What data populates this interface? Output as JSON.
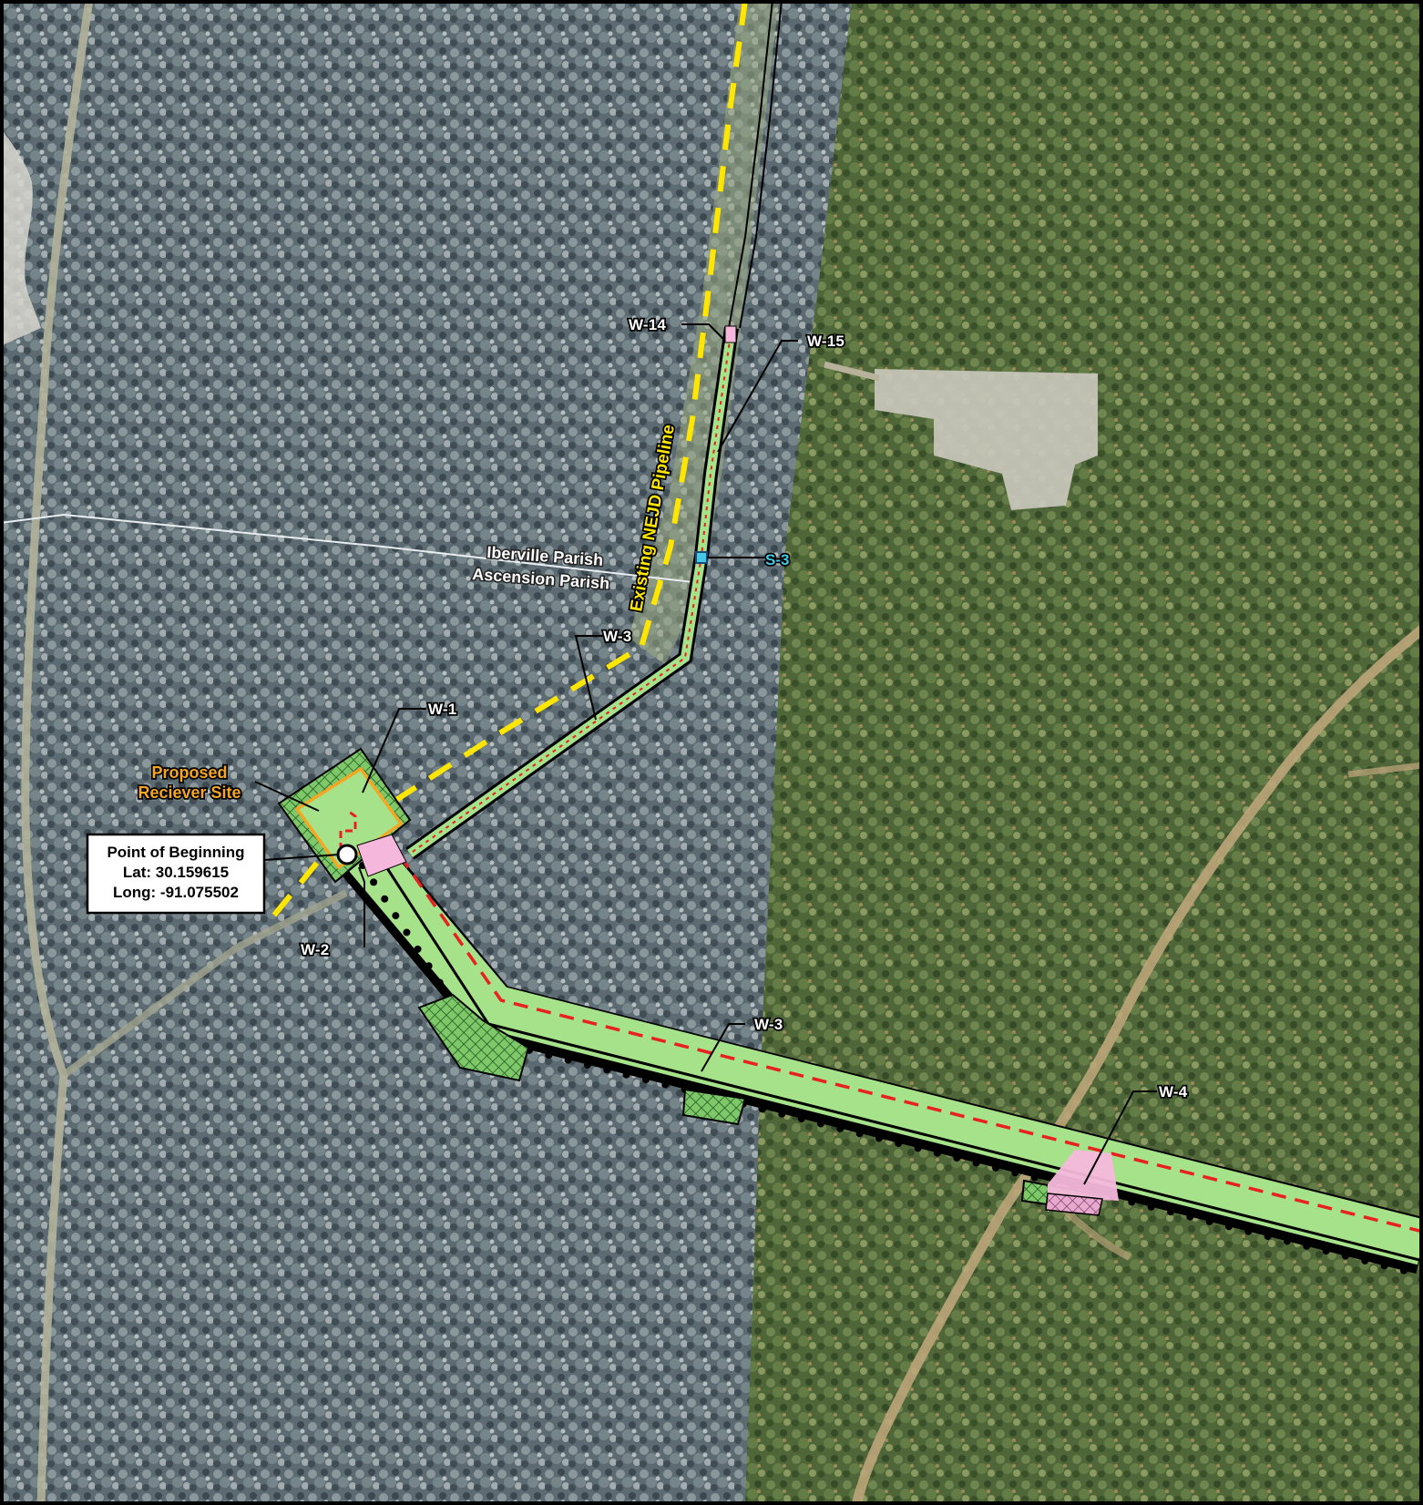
{
  "map": {
    "colors": {
      "aerial_left": "#5b6b70",
      "aerial_right": "#51673a",
      "workspace_fill": "#a6e28a",
      "wetland_fill": "#f5b8dc",
      "centerline": "#e8201f",
      "existing_pipeline": "#ffe600",
      "receiver_site_outline": "#f5a623",
      "stream_marker": "#45c8e6",
      "hatch": "#2f8a2f"
    },
    "labels": {
      "existing_pipeline": "Existing NEJD Pipeline",
      "parish_north": "Iberville Parish",
      "parish_south": "Ascension Parish",
      "receiver_site_line1": "Proposed",
      "receiver_site_line2": "Reciever Site"
    },
    "point_of_beginning": {
      "title": "Point of Beginning",
      "lat": "Lat: 30.159615",
      "long": "Long: -91.075502"
    },
    "callouts": {
      "w14": "W-14",
      "w15": "W-15",
      "s3": "S-3",
      "w3_north": "W-3",
      "w1": "W-1",
      "w2": "W-2",
      "w3_south": "W-3",
      "w4": "W-4"
    }
  }
}
